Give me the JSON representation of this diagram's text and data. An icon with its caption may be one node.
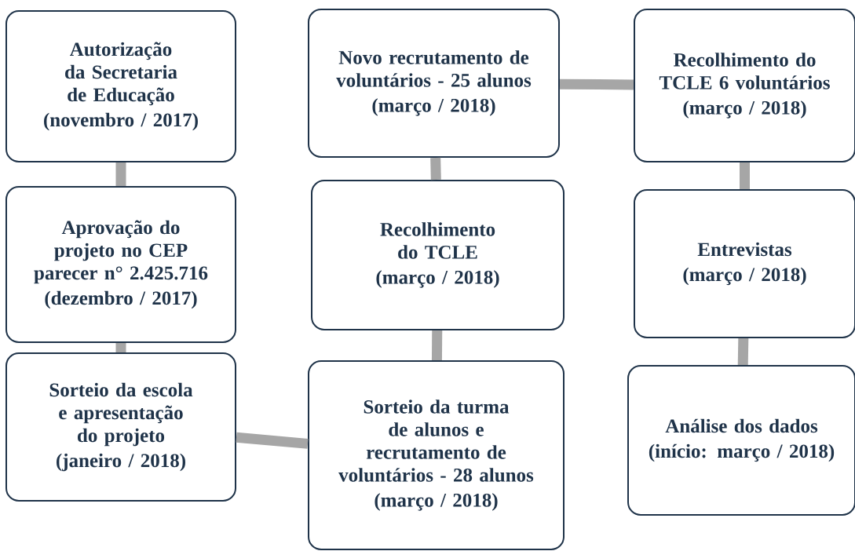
{
  "diagram": {
    "nodes": [
      {
        "text": [
          "Autorização da Secretaria de Educação",
          "(novembro / 2017)"
        ]
      },
      {
        "text": [
          "Aprovação do projeto no CEP parecer n° 2.425.716",
          "(dezembro / 2017)"
        ]
      },
      {
        "text": [
          "Sorteio da escola e apresentação do projeto",
          "(janeiro / 2018)"
        ]
      },
      {
        "text": [
          "Novo recrutamento de voluntários - 25 alunos",
          "(março / 2018)"
        ]
      },
      {
        "text": [
          "Recolhimento do TCLE",
          "(março / 2018)"
        ]
      },
      {
        "text": [
          "Sorteio da turma de alunos e recrutamento de voluntários - 28 alunos",
          "(março / 2018)"
        ]
      },
      {
        "text": [
          "Recolhimento do TCLE 6 voluntários",
          "(março / 2018)"
        ]
      },
      {
        "text": [
          "Entrevistas",
          "(março / 2018)"
        ]
      },
      {
        "text": [
          "Análise dos dados",
          "(início: março / 2018)"
        ]
      }
    ],
    "edges": [
      {
        "from": 0,
        "to": 1,
        "arrow": "none"
      },
      {
        "from": 1,
        "to": 2,
        "arrow": "none"
      },
      {
        "from": 2,
        "to": 5,
        "arrow": "none"
      },
      {
        "from": 5,
        "to": 4,
        "arrow": "none"
      },
      {
        "from": 4,
        "to": 3,
        "arrow": "none"
      },
      {
        "from": 3,
        "to": 6,
        "arrow": "none"
      },
      {
        "from": 6,
        "to": 7,
        "arrow": "none"
      },
      {
        "from": 7,
        "to": 8,
        "arrow": "none"
      }
    ]
  }
}
